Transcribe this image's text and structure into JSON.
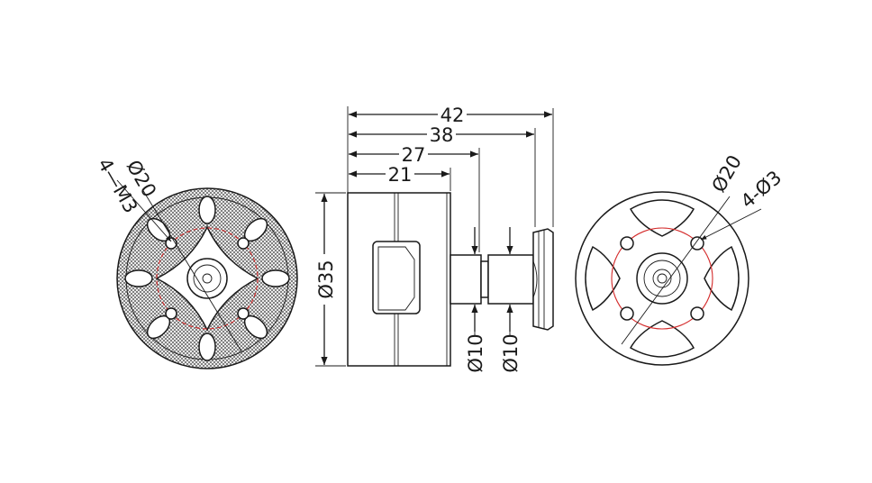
{
  "dimensions": {
    "overall_length": "42",
    "length_38": "38",
    "length_27": "27",
    "length_21": "21",
    "diameter_body": "Ø35",
    "diameter_shaft_1": "Ø10",
    "diameter_shaft_2": "Ø10"
  },
  "left_view": {
    "diameter_label": "Ø20",
    "thread_label": "4—M3"
  },
  "right_view": {
    "diameter_label": "Ø20",
    "hole_label": "4-Ø3"
  },
  "colors": {
    "line": "#1a1a1a",
    "center_circle": "#d42a2a",
    "background": "#ffffff"
  }
}
